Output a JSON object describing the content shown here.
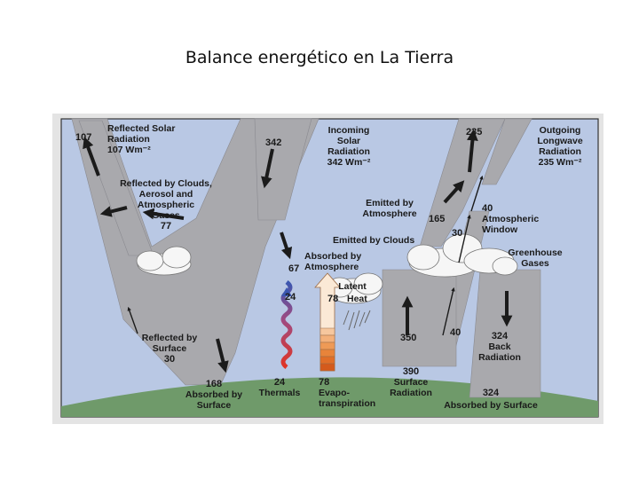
{
  "title": "Balance energético en La Tierra",
  "diagram": {
    "reflected_solar": {
      "value": "107",
      "line1": "Reflected Solar",
      "line2": "Radiation",
      "line3": "107 Wm⁻²"
    },
    "incoming_solar": {
      "value": "342",
      "line1": "Incoming",
      "line2": "Solar",
      "line3": "Radiation",
      "line4": "342 Wm⁻²"
    },
    "outgoing_longwave": {
      "value": "235",
      "line1": "Outgoing",
      "line2": "Longwave",
      "line3": "Radiation",
      "line4": "235 Wm⁻²"
    },
    "reflected_clouds": {
      "line1": "Reflected by Clouds,",
      "line2": "Aerosol and",
      "line3": "Atmospheric",
      "line4": "Gases",
      "value": "77"
    },
    "emitted_atmosphere": {
      "line1": "Emitted by",
      "line2": "Atmosphere",
      "value": "165"
    },
    "atmospheric_window": {
      "value": "40",
      "line1": "Atmospheric",
      "line2": "Window"
    },
    "emitted_clouds": {
      "label": "Emitted by Clouds",
      "value": "30"
    },
    "absorbed_atmosphere": {
      "value": "67",
      "line1": "Absorbed by",
      "line2": "Atmosphere"
    },
    "greenhouse_gases": {
      "line1": "Greenhouse",
      "line2": "Gases"
    },
    "thermals_up": {
      "value": "24"
    },
    "latent_heat": {
      "line1": "Latent",
      "value": "78",
      "word": "Heat"
    },
    "reflected_surface": {
      "line1": "Reflected by",
      "line2": "Surface",
      "value": "30"
    },
    "upward_350": {
      "value": "350"
    },
    "window_40": {
      "value": "40"
    },
    "back_radiation": {
      "value": "324",
      "line1": "Back",
      "line2": "Radiation"
    },
    "absorbed_surface": {
      "value": "168",
      "line1": "Absorbed by",
      "line2": "Surface"
    },
    "thermals": {
      "value": "24",
      "label": "Thermals"
    },
    "evapotranspiration": {
      "value": "78",
      "line1": "Evapo-",
      "line2": "transpiration"
    },
    "surface_radiation": {
      "value": "390",
      "line1": "Surface",
      "line2": "Radiation"
    },
    "absorbed_by_surface_324": {
      "value": "324",
      "label": "Absorbed by Surface"
    }
  },
  "colors": {
    "sky": "#b9c8e4",
    "beam": "#a9a9ad",
    "ground": "#6f9a6a",
    "arrow": "#1b1b1b",
    "thermal_top": "#3a56b0",
    "thermal_bottom": "#e03424",
    "latent_fill": "#f3b07a"
  }
}
